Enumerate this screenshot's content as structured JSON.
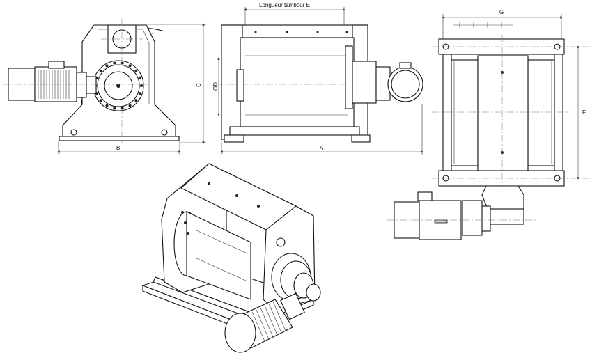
{
  "dimensions": {
    "length_drum_label": "Longueur tambour E",
    "A": "A",
    "B": "B",
    "C": "C",
    "OD": "OD",
    "F": "F",
    "G": "G"
  }
}
